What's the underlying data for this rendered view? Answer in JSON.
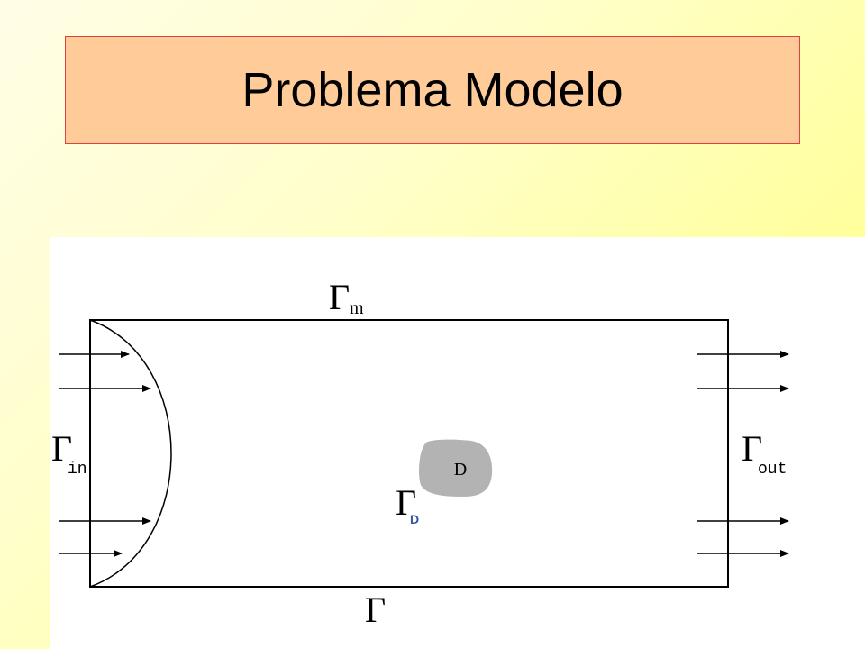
{
  "title": "Problema Modelo",
  "diagram": {
    "labels": {
      "gamma_m": {
        "symbol": "Γ",
        "subscript": "m"
      },
      "gamma_in": {
        "symbol": "Γ",
        "subscript": "in"
      },
      "gamma_out": {
        "symbol": "Γ",
        "subscript": "out"
      },
      "gamma_d": {
        "symbol": "Γ",
        "subscript": "D"
      },
      "gamma_bottom": {
        "symbol": "Γ",
        "subscript": ""
      },
      "obstacle": "D"
    },
    "colors": {
      "obstacle_fill": "#b3b3b3",
      "title_box": "#ffcc99",
      "title_border": "#e04040",
      "gamma_d_subscript": "#3355aa"
    }
  }
}
